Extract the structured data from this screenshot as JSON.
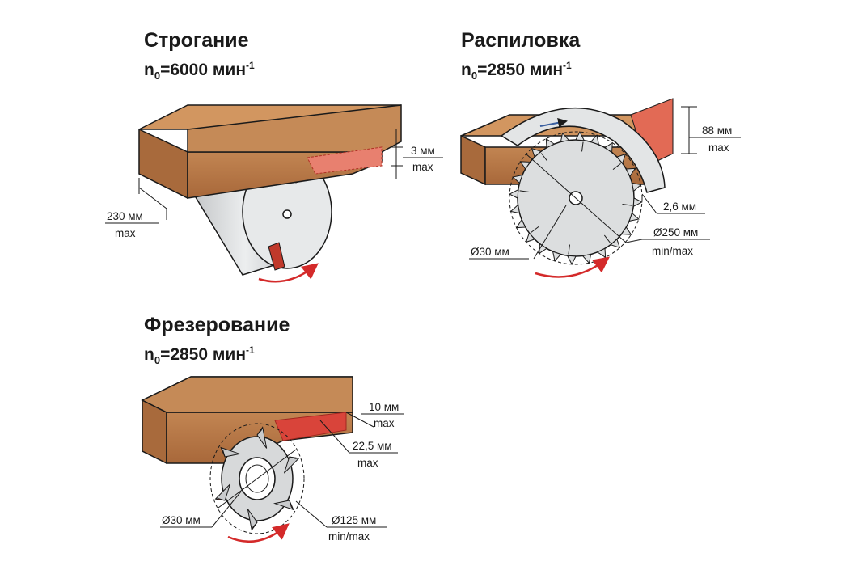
{
  "planing": {
    "title": "Строгание",
    "speed": {
      "prefix": "n",
      "sub": "0",
      "value": "=6000 мин",
      "sup": "-1"
    },
    "labels": {
      "depth_value": "3 мм",
      "depth_note": "max",
      "width_value": "230 мм",
      "width_note": "max"
    }
  },
  "sawing": {
    "title": "Распиловка",
    "speed": {
      "prefix": "n",
      "sub": "0",
      "value": "=2850 мин",
      "sup": "-1"
    },
    "labels": {
      "height_value": "88 мм",
      "height_note": "max",
      "kerf_value": "2,6 мм",
      "diameter_value": "Ø250 мм",
      "diameter_note": "min/max",
      "bore_value": "Ø30 мм"
    }
  },
  "milling": {
    "title": "Фрезерование",
    "speed": {
      "prefix": "n",
      "sub": "0",
      "value": "=2850 мин",
      "sup": "-1"
    },
    "labels": {
      "depth_value": "10 мм",
      "depth_note": "max",
      "width_value": "22,5 мм",
      "width_note": "max",
      "bore_value": "Ø30 мм",
      "diameter_value": "Ø125 мм",
      "diameter_note": "min/max"
    }
  },
  "colors": {
    "wood": "#b7794a",
    "cut_zone": "#d9443a",
    "metal": "#d9dbdd",
    "arrow": "#d42a2a",
    "text": "#1a1a1a"
  }
}
